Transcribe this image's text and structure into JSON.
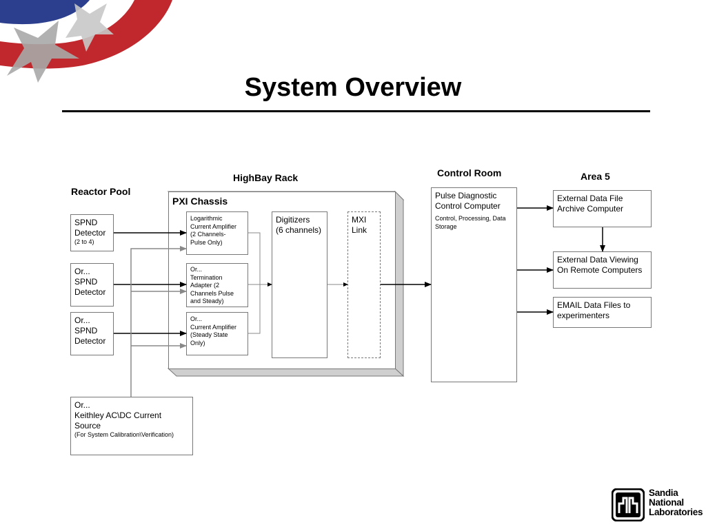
{
  "title": "System Overview",
  "headers": {
    "reactor_pool": "Reactor Pool",
    "highbay_rack": "HighBay Rack",
    "control_room": "Control Room",
    "area5": "Area 5",
    "pxi_chassis": "PXI Chassis"
  },
  "detectors": [
    {
      "line1": "SPND",
      "line2": "Detector",
      "sub": "(2 to 4)"
    },
    {
      "line1": "Or...",
      "line2": "SPND",
      "line3": "Detector"
    },
    {
      "line1": "Or...",
      "line2": "SPND",
      "line3": "Detector"
    }
  ],
  "keithley": {
    "line1": "Or...",
    "line2": "Keithley AC\\DC Current",
    "line3": "Source",
    "sub": "(For System Calibration\\Verification)"
  },
  "amplifiers": [
    {
      "lines": [
        "Logarithmic",
        "Current Amplifier",
        "(2 Channels-",
        "Pulse Only)"
      ]
    },
    {
      "lines": [
        "Or...",
        "Termination",
        "Adapter (2",
        "Channels Pulse",
        "and Steady)"
      ]
    },
    {
      "lines": [
        "Or...",
        "Current Amplifier",
        "(Steady State",
        "Only)"
      ]
    }
  ],
  "digitizers": {
    "line1": "Digitizers",
    "line2": "(6 channels)"
  },
  "mxi": {
    "line1": "MXI",
    "line2": "Link"
  },
  "pulse_computer": {
    "line1": "Pulse Diagnostic",
    "line2": "Control Computer",
    "sub1": "Control, Processing, Data",
    "sub2": "Storage"
  },
  "area5_boxes": [
    {
      "line1": "External Data File",
      "line2": "Archive Computer"
    },
    {
      "line1": "External Data Viewing",
      "line2": "On Remote Computers"
    },
    {
      "line1": "EMAIL Data Files to",
      "line2": "experimenters"
    }
  ],
  "logo": {
    "line1": "Sandia",
    "line2": "National",
    "line3": "Laboratories"
  },
  "colors": {
    "banner_red": "#c0282d",
    "banner_blue": "#2b3f8e",
    "star_gray": "#a9a9a9",
    "box_border": "#777777",
    "chassis_shadow": "#d8d8d8"
  }
}
